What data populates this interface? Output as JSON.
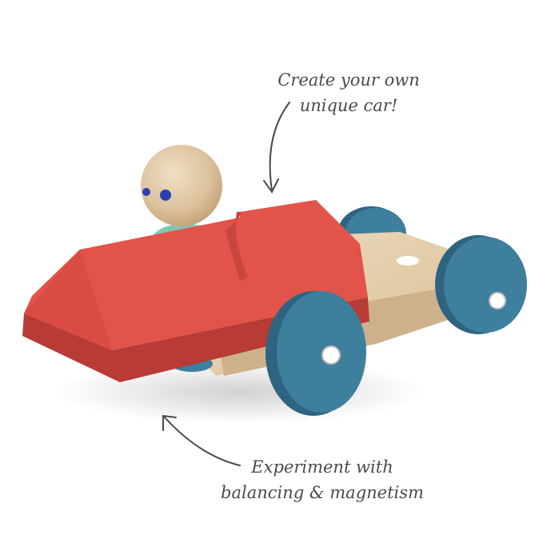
{
  "captions": {
    "top": {
      "line1": "Create your own",
      "line2": "unique car!"
    },
    "bottom": {
      "line1": "Experiment with",
      "line2": "balancing & magnetism"
    }
  },
  "colors": {
    "background": "#ffffff",
    "car_body": "#e2534a",
    "car_body_dark": "#b83b35",
    "wheel": "#3f7f9e",
    "wheel_dark": "#2e6480",
    "wood": "#e8d3b3",
    "wood_dark": "#cdb18b",
    "figure_body": "#7fc7b3",
    "figure_eyes": "#2a3fb0",
    "text": "#4a4a4a"
  }
}
